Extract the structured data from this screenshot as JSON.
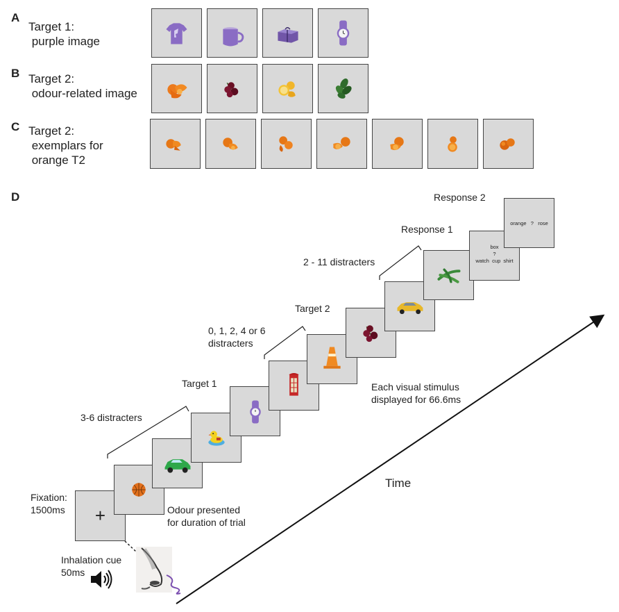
{
  "panels": {
    "a": {
      "letter": "A",
      "label": "Target 1:\n purple image",
      "images": [
        "t-shirt-icon",
        "mug-icon",
        "gift-box-icon",
        "wristwatch-icon"
      ]
    },
    "b": {
      "letter": "B",
      "label": "Target 2:\n odour-related image",
      "images": [
        "orange-icon",
        "rose-icon",
        "lemon-icon",
        "mint-icon"
      ]
    },
    "c": {
      "letter": "C",
      "label": "Target 2:\n exemplars for\n orange T2",
      "images": [
        "orange-exemplar-icon",
        "orange-exemplar-icon",
        "orange-exemplar-icon",
        "orange-exemplar-icon",
        "orange-exemplar-icon",
        "orange-exemplar-icon",
        "orange-exemplar-icon"
      ]
    },
    "d": {
      "letter": "D",
      "fixation_label": "Fixation:\n1500ms",
      "fixation_symbol": "+",
      "inhalation_label": "Inhalation cue\n50ms",
      "odour_label": "Odour presented\nfor duration of trial",
      "distracters_1": "3-6 distracters",
      "target1_label": "Target 1",
      "distracters_2": "0, 1, 2, 4 or 6\ndistracters",
      "target2_label": "Target 2",
      "distracters_3": "2 - 11 distracters",
      "response1_label": "Response 1",
      "response2_label": "Response 2",
      "response1_options": "box\n?\nwatch  cup  shirt",
      "response2_options": "orange   ?   rose",
      "stimulus_note": "Each visual stimulus\ndisplayed for 66.6ms",
      "time_label": "Time",
      "sequence_icons": [
        "basketball-icon",
        "car-icon",
        "rubber-duck-icon",
        "wristwatch-icon",
        "phone-box-icon",
        "traffic-cone-icon",
        "rose-icon",
        "taxi-icon",
        "green-beans-icon"
      ]
    }
  }
}
